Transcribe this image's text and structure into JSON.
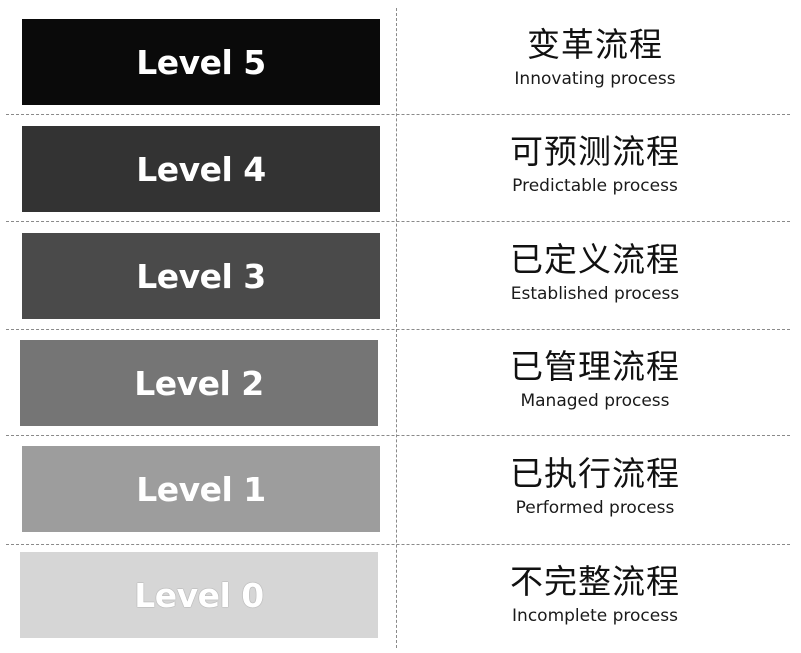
{
  "levels": [
    {
      "label": "Level 5",
      "zh": "变革流程",
      "en": "Innovating process",
      "box_color": "#0a0a0a",
      "text_color": "#ffffff"
    },
    {
      "label": "Level 4",
      "zh": "可预测流程",
      "en": "Predictable process",
      "box_color": "#333333",
      "text_color": "#ffffff"
    },
    {
      "label": "Level 3",
      "zh": "已定义流程",
      "en": "Established process",
      "box_color": "#4a4a4a",
      "text_color": "#ffffff"
    },
    {
      "label": "Level 2",
      "zh": "已管理流程",
      "en": "Managed process",
      "box_color": "#757575",
      "text_color": "#ffffff"
    },
    {
      "label": "Level 1",
      "zh": "已执行流程",
      "en": "Performed process",
      "box_color": "#9d9d9d",
      "text_color": "#ffffff"
    },
    {
      "label": "Level 0",
      "zh": "不完整流程",
      "en": "Incomplete process",
      "box_color": "#d6d6d6",
      "text_color": "#ffffff"
    }
  ],
  "divider_color": "#8a8a8a"
}
